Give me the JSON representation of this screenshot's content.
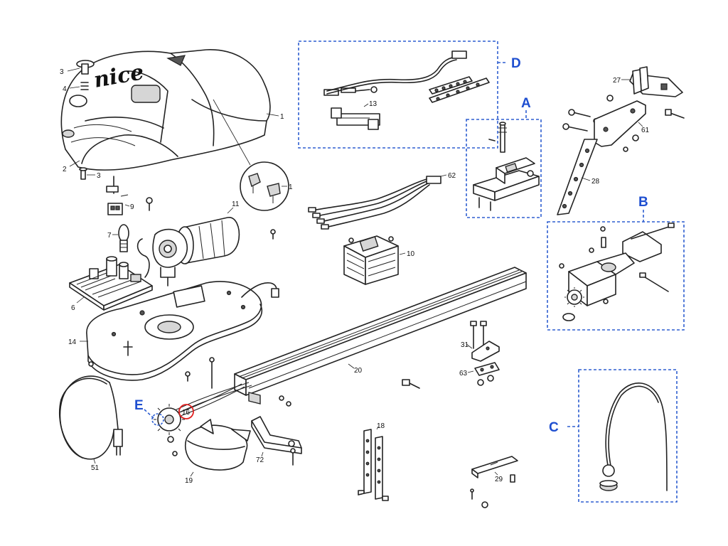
{
  "diagram": {
    "brand_text": "nice",
    "groups": [
      {
        "id": "D",
        "label": "D"
      },
      {
        "id": "A",
        "label": "A"
      },
      {
        "id": "B",
        "label": "B"
      },
      {
        "id": "C",
        "label": "C"
      },
      {
        "id": "E",
        "label": "E"
      }
    ],
    "part_numbers": {
      "p3a": "3",
      "p4": "4",
      "p2": "2",
      "p3b": "3",
      "p1a": "1",
      "p1b": "1",
      "p9": "9",
      "p11": "11",
      "p7": "7",
      "p6": "6",
      "p14": "14",
      "p13": "13",
      "p62": "62",
      "p10": "10",
      "p27": "27",
      "p61": "61",
      "p28": "28",
      "p20": "20",
      "p31": "31",
      "p63": "63",
      "p16": "16",
      "p51": "51",
      "p19": "19",
      "p72": "72",
      "p18": "18",
      "p29": "29"
    },
    "highlight_color": "#e02020",
    "group_color": "#1f4fd0"
  }
}
